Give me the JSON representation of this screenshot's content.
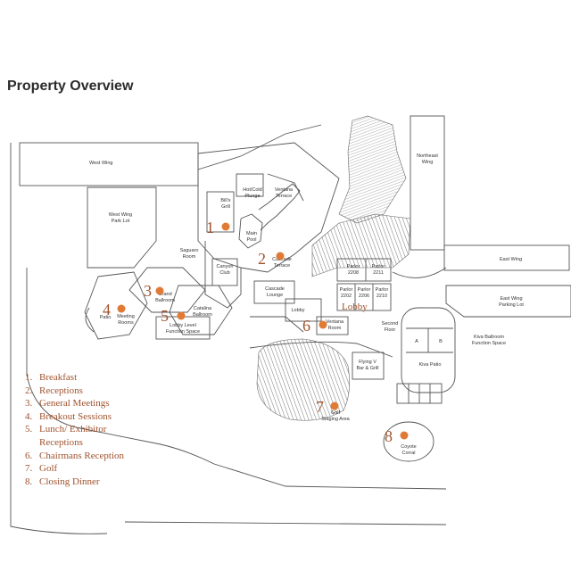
{
  "title": "Property Overview",
  "accent_color": "#a0522d",
  "marker_color": "#e07a35",
  "areas": {
    "west_wing": "West Wing",
    "west_wing_park_lot": [
      "West Wing",
      "Park Lot"
    ],
    "northeast_wing": [
      "Northeast",
      "Wing"
    ],
    "east_wing": "East Wing",
    "east_wing_parking": [
      "East Wing",
      "Parking Lot"
    ],
    "bills_grill": [
      "Bill's",
      "Grill"
    ],
    "hot_cold_plunge": [
      "Hot/Cold",
      "Plunge"
    ],
    "ventana_terrace": [
      "Ventana",
      "Terrace"
    ],
    "main_pool": [
      "Main",
      "Pool"
    ],
    "saguaro_room": [
      "Saguaro",
      "Room"
    ],
    "canyon_club": [
      "Canyon",
      "Club"
    ],
    "cascade_terrace": [
      "Cascade",
      "Terrace"
    ],
    "cascade_lounge": [
      "Cascade",
      "Lounge"
    ],
    "grand_ballroom": [
      "Grand",
      "Ballroom"
    ],
    "catalina_ballroom": [
      "Catalina",
      "Ballroom"
    ],
    "lobby_level": [
      "Lobby Level",
      "Function Space"
    ],
    "patio": "Patio",
    "meeting_rooms": [
      "Meeting",
      "Rooms"
    ],
    "lobby_small": "Lobby",
    "lobby_big": "Lobby",
    "ventana_room": [
      "Ventana",
      "Room"
    ],
    "second_floor": [
      "Second",
      "Floor"
    ],
    "parlor_2208": [
      "Parlor",
      "2208"
    ],
    "parlor_2211": [
      "Parlor",
      "2211"
    ],
    "parlor_2202": [
      "Parlor",
      "2202"
    ],
    "parlor_2206": [
      "Parlor",
      "2206"
    ],
    "parlor_2210": [
      "Parlor",
      "2210"
    ],
    "room_a": "A",
    "room_b": "B",
    "kiva_ballroom": [
      "Kiva Ballroom",
      "Function Space"
    ],
    "kiva_patio": "Kiva Patio",
    "flying_v": [
      "Flying V",
      "Bar & Grill"
    ],
    "golf_staging": [
      "Golf",
      "Staging Area"
    ],
    "coyote_corral": [
      "Coyote",
      "Corral"
    ]
  },
  "markers": [
    "1",
    "2",
    "3",
    "4",
    "5",
    "6",
    "7",
    "8"
  ],
  "legend": [
    {
      "num": "1.",
      "label": "Breakfast"
    },
    {
      "num": "2.",
      "label": "Receptions"
    },
    {
      "num": "3.",
      "label": "General Meetings"
    },
    {
      "num": "4.",
      "label": "Breakout Sessions"
    },
    {
      "num": "5.",
      "label": "Lunch/ Exhibitor Receptions"
    },
    {
      "num": "6.",
      "label": "Chairmans Reception"
    },
    {
      "num": "7.",
      "label": "Golf"
    },
    {
      "num": "8.",
      "label": "Closing Dinner"
    }
  ]
}
